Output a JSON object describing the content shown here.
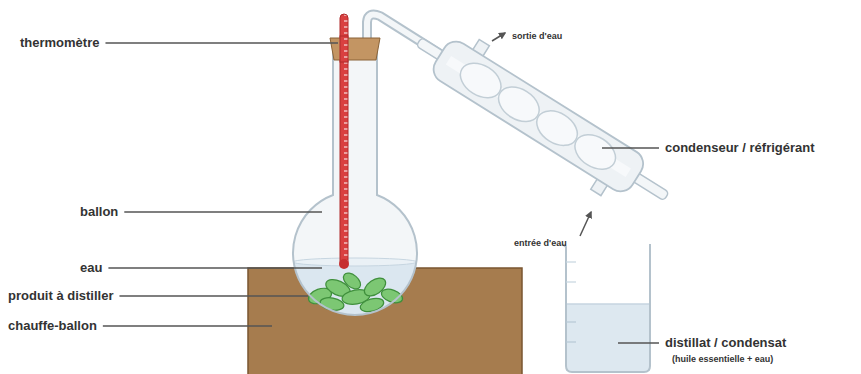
{
  "diagram": {
    "labels": [
      "thermomètre",
      "sortie d'eau",
      "condenseur / réfrigérant",
      "ballon",
      "eau",
      "produit à distiller",
      "chauffe-ballon",
      "entrée d'eau",
      "distillat / condensat",
      "(huile essentielle + eau)"
    ]
  }
}
